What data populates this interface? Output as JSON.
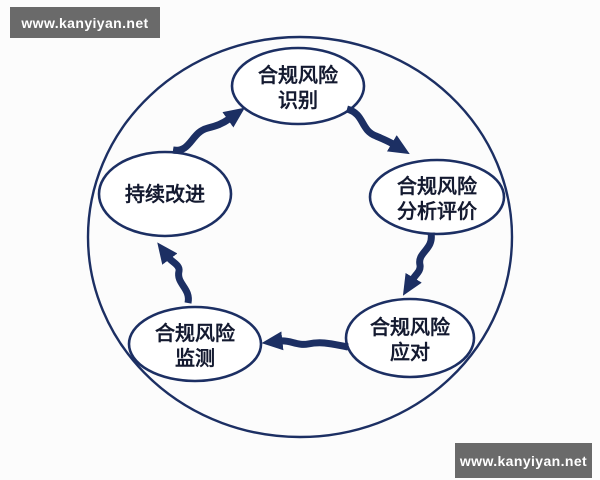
{
  "theme": {
    "navy": "#1c2f63",
    "ink": "#141a30",
    "node-fill": "#ffffff",
    "bg": "#fcfcfc",
    "wm-bg": "#6a6a6a",
    "wm-fg": "#ffffff"
  },
  "watermarks": {
    "top_left": "www.kanyiyan.net",
    "bottom_right": "www.kanyiyan.net"
  },
  "diagram": {
    "nodes": {
      "identify": {
        "line1": "合规风险",
        "line2": "识别"
      },
      "analyze": {
        "line1": "合规风险",
        "line2": "分析评价"
      },
      "respond": {
        "line1": "合规风险",
        "line2": "应对"
      },
      "monitor": {
        "line1": "合规风险",
        "line2": "监测"
      },
      "improve": {
        "line1": "持续改进"
      }
    }
  }
}
